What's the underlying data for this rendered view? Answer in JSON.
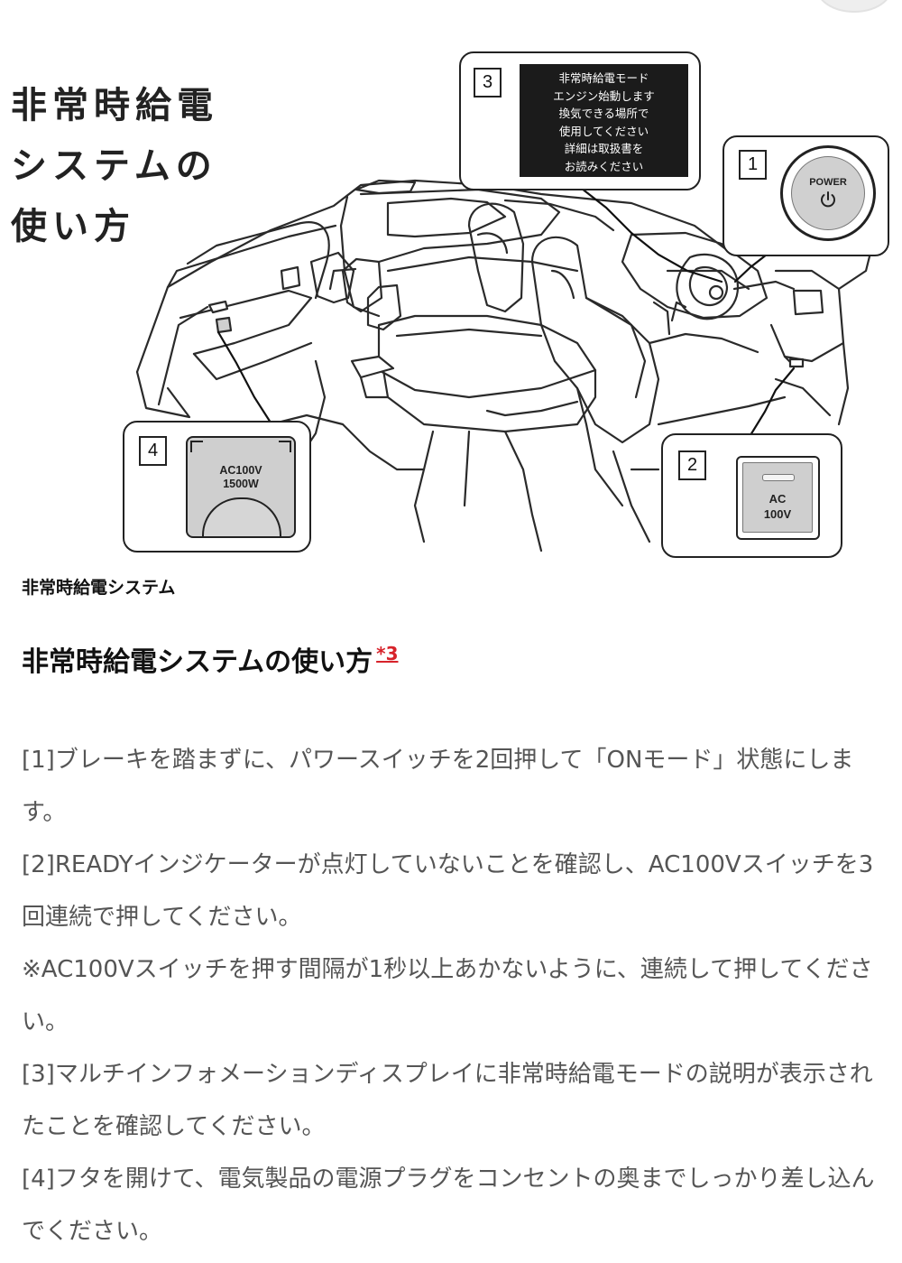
{
  "figure": {
    "title_lines": [
      "非常時給電",
      "システムの",
      "使い方"
    ],
    "callouts": {
      "display": {
        "number": "3",
        "lines": [
          "非常時給電モード",
          "エンジン始動します",
          "換気できる場所で",
          "使用してください",
          "詳細は取扱書を",
          "お読みください"
        ]
      },
      "power": {
        "number": "1",
        "label": "POWER"
      },
      "ac_switch": {
        "number": "2",
        "lines": [
          "AC",
          "100V"
        ]
      },
      "outlet": {
        "number": "4",
        "lines": [
          "AC100V",
          "1500W"
        ]
      }
    },
    "caption": "非常時給電システム"
  },
  "section": {
    "heading": "非常時給電システムの使い方",
    "footnote": "*3",
    "steps": [
      "[1]ブレーキを踏まずに、パワースイッチを2回押して「ONモード」状態にします。",
      "[2]READYインジケーターが点灯していないことを確認し、AC100Vスイッチを3回連続で押してください。",
      "※AC100Vスイッチを押す間隔が1秒以上あかないように、連続して押してください。",
      "[3]マルチインフォメーションディスプレイに非常時給電モードの説明が表示されたことを確認してください。",
      "[4]フタを開けて、電気製品の電源プラグをコンセントの奥までしっかり差し込んでください。"
    ]
  },
  "colors": {
    "footnote": "#d7232b",
    "body_text": "#555555",
    "heading_text": "#111111",
    "screen_bg": "#1b1b1b"
  }
}
